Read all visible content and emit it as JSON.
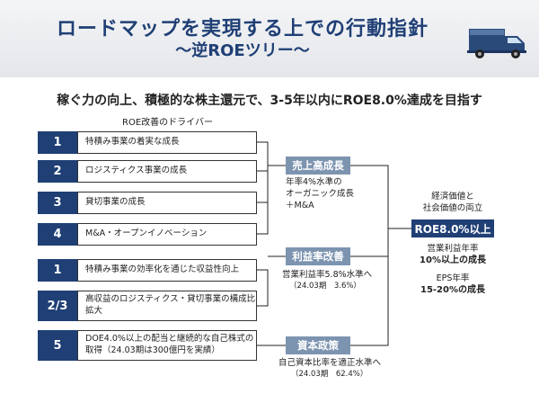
{
  "header": {
    "title": "ロードマップを実現する上での行動指針",
    "subtitle": "～逆ROEツリー～"
  },
  "headline": "稼ぐ力の向上、積極的な株主還元で、3-5年以内にROE8.0%達成を目指す",
  "driver_caption": "ROE改善のドライバー",
  "drivers": [
    {
      "num": "1",
      "text": "特積み事業の着実な成長"
    },
    {
      "num": "2",
      "text": "ロジスティクス事業の成長"
    },
    {
      "num": "3",
      "text": "貸切事業の成長"
    },
    {
      "num": "4",
      "text": "M&A・オープンイノベーション"
    },
    {
      "num": "1",
      "text": "特積み事業の効率化を通じた収益性向上"
    },
    {
      "num": "2/3",
      "text": "高収益のロジスティクス・貸切事業の構成比拡大"
    },
    {
      "num": "5",
      "text": "DOE4.0%以上の配当と継続的な自己株式の取得（24.03期は300億円を実績）"
    }
  ],
  "categories": [
    {
      "label": "売上高成長",
      "desc": [
        "年率4%水準の",
        "オーガニック成長",
        "＋M&A"
      ]
    },
    {
      "label": "利益率改善",
      "desc": [
        "営業利益率5.8%水準へ",
        "（24.03期　3.6%）"
      ]
    },
    {
      "label": "資本政策",
      "desc": [
        "自己資本比率を適正水準へ",
        "（24.03期　62.4%）"
      ]
    }
  ],
  "result": {
    "top": [
      "経済価値と",
      "社会価値の両立"
    ],
    "roe": "ROE8.0%以上",
    "op_label": "営業利益年率",
    "op_value": "10%以上の成長",
    "eps_label": "EPS年率",
    "eps_value": "15-20%の成長"
  },
  "colors": {
    "navy": "#1f3f75",
    "category": "#7d94b0"
  },
  "icons": [
    "truck-icon"
  ]
}
